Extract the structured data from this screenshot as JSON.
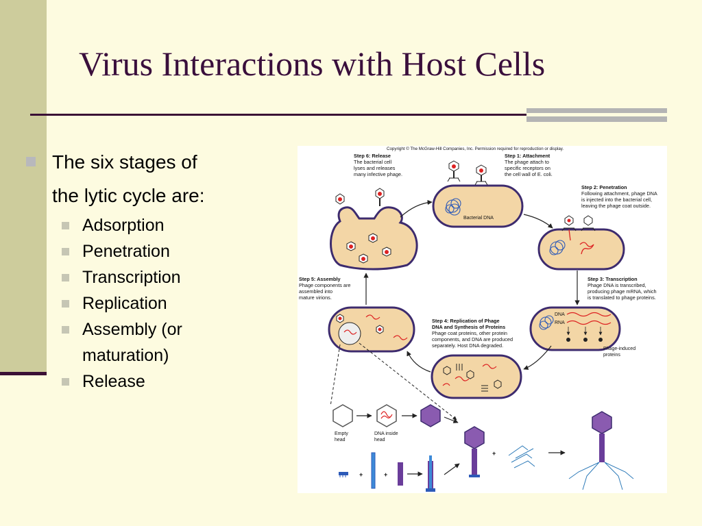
{
  "slide": {
    "title": "Virus Interactions with Host Cells",
    "main_bullet_line1": "The six stages of",
    "main_bullet_line2": "the lytic cycle are:",
    "stages": [
      "Adsorption",
      "Penetration",
      "Transcription",
      "Replication",
      "Assembly (or maturation)",
      "Release"
    ]
  },
  "figure": {
    "copyright": "Copyright © The McGraw-Hill Companies, Inc. Permission required for reproduction or display.",
    "step1": [
      "Step 1: Attachment",
      "The phage attach to",
      "specific receptors on",
      "the cell wall of E. coli."
    ],
    "step2": [
      "Step 2: Penetration",
      "Following attachment, phage DNA",
      "is injected into the bacterial cell,",
      "leaving the phage coat outside."
    ],
    "step3": [
      "Step 3: Transcription",
      "Phage DNA is transcribed,",
      "producing phage mRNA, which",
      "is translated to phage proteins."
    ],
    "step4": [
      "Step 4: Replication of Phage",
      "DNA and Synthesis of Proteins",
      "Phage coat proteins, other protein",
      "components, and DNA are produced",
      "separately. Host DNA degraded."
    ],
    "step5": [
      "Step 5: Assembly",
      "Phage components are",
      "assembled into",
      "mature virions."
    ],
    "step6": [
      "Step 6: Release",
      "The bacterial cell",
      "lyses and releases",
      "many infective phage."
    ],
    "bacterial_dna": "Bacterial DNA",
    "dna": "DNA",
    "rna": "RNA",
    "phage_induced": [
      "Phage-induced",
      "proteins"
    ],
    "empty_head": [
      "Empty",
      "head"
    ],
    "dna_inside_head": [
      "DNA inside",
      "head"
    ],
    "plus": "+"
  },
  "colors": {
    "title": "#3a0f3c",
    "background": "#fdfbe0",
    "side_band": "#cdcc9c",
    "cell_fill": "#f3d6a6",
    "cell_border": "#3d2b6e",
    "phage_purple": "#8a5bb0"
  }
}
